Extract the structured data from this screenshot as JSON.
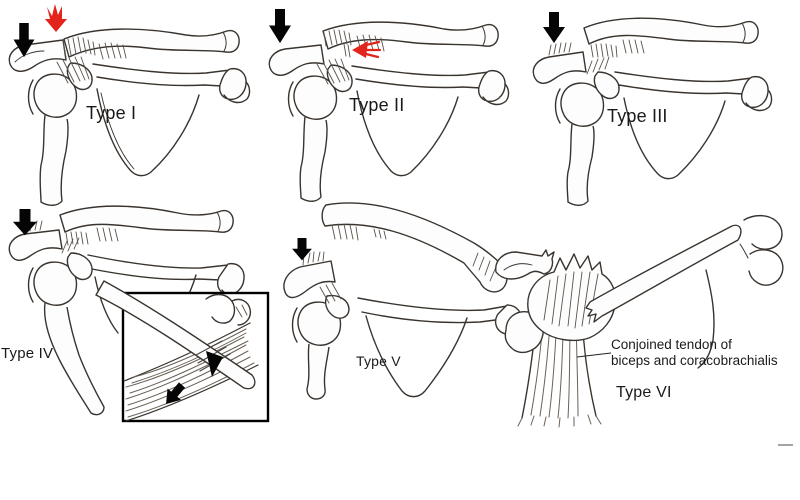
{
  "figure": {
    "background": "#ffffff",
    "colors": {
      "ink": "#3a342f",
      "force_arrow": "#050505",
      "injury_arrow": "#e3241c"
    },
    "panels": [
      {
        "id": "type-1",
        "label": "Type I"
      },
      {
        "id": "type-2",
        "label": "Type II"
      },
      {
        "id": "type-3",
        "label": "Type III"
      },
      {
        "id": "type-4",
        "label": "Type IV"
      },
      {
        "id": "type-5",
        "label": "Type V"
      },
      {
        "id": "type-6",
        "label": "Type VI"
      }
    ],
    "annotation": {
      "line1": "Conjoined tendon of",
      "line2": "biceps and coracobrachialis"
    }
  }
}
